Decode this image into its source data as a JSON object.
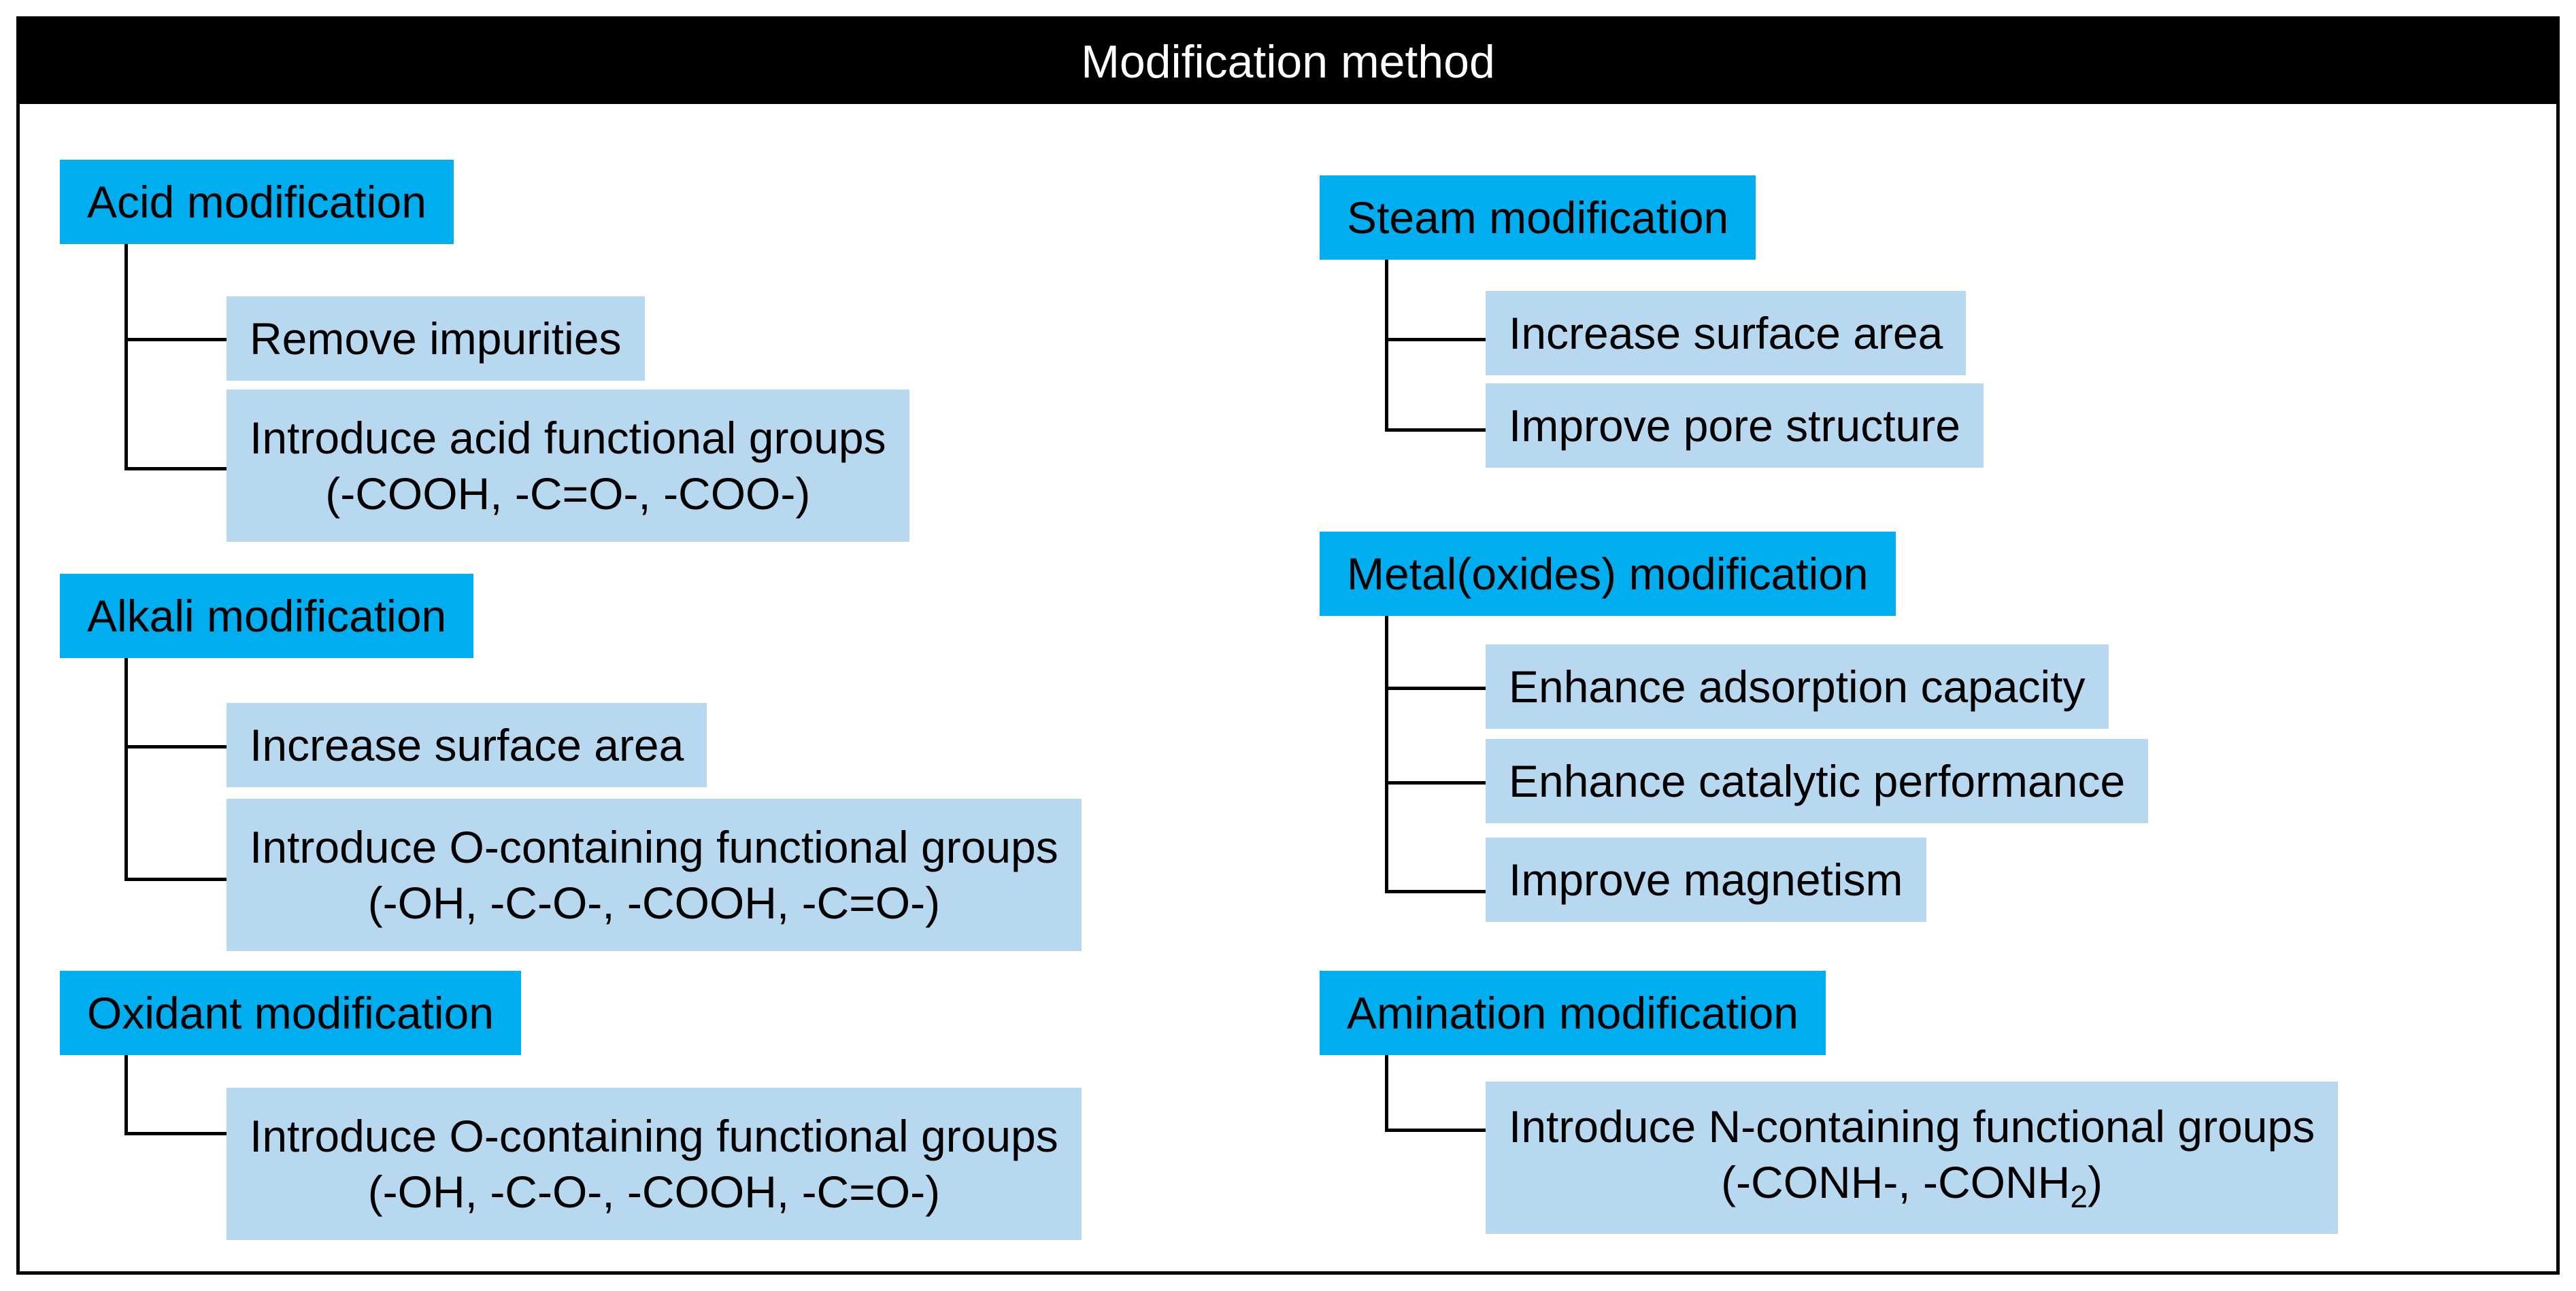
{
  "title": "Modification method",
  "categories": {
    "acid": {
      "label": "Acid modification",
      "items": [
        {
          "line1": "Remove impurities"
        },
        {
          "line1": "Introduce acid functional groups",
          "line2": "(-COOH, -C=O-, -COO-)"
        }
      ]
    },
    "alkali": {
      "label": "Alkali modification",
      "items": [
        {
          "line1": "Increase surface area"
        },
        {
          "line1": "Introduce O-containing functional groups",
          "line2": "(-OH, -C-O-, -COOH, -C=O-)"
        }
      ]
    },
    "oxidant": {
      "label": "Oxidant modification",
      "items": [
        {
          "line1": "Introduce O-containing functional groups",
          "line2": "(-OH, -C-O-, -COOH, -C=O-)"
        }
      ]
    },
    "steam": {
      "label": "Steam modification",
      "items": [
        {
          "line1": "Increase surface area"
        },
        {
          "line1": "Improve pore structure"
        }
      ]
    },
    "metal": {
      "label": "Metal(oxides) modification",
      "items": [
        {
          "line1": "Enhance adsorption capacity"
        },
        {
          "line1": "Enhance catalytic performance"
        },
        {
          "line1": "Improve magnetism"
        }
      ]
    },
    "amination": {
      "label": "Amination modification",
      "items": [
        {
          "line1": "Introduce N-containing functional groups",
          "line2_main": "(-CONH-, -CONH",
          "line2_sub": "2",
          "line2_end": ")"
        }
      ]
    }
  },
  "colors": {
    "header_bg": "#000000",
    "category_bg": "#00adef",
    "item_bg": "#b7d8ef",
    "connector": "#000000"
  }
}
